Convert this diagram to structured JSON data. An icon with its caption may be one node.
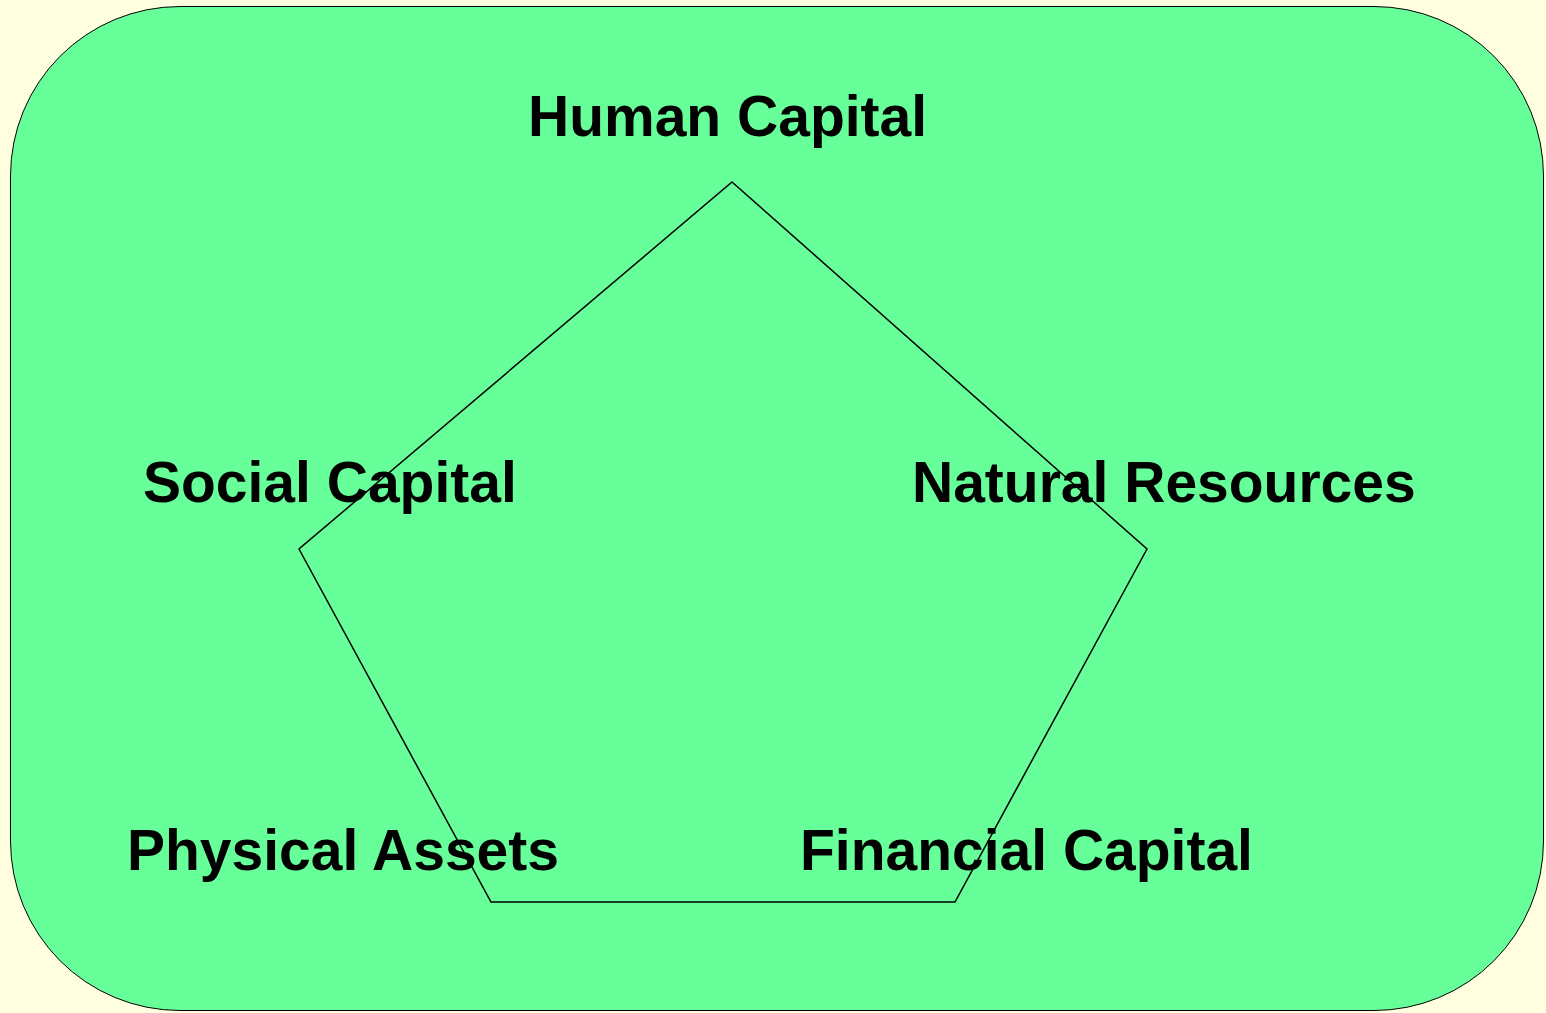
{
  "diagram": {
    "labels": [
      "Human Capital",
      "Social Capital",
      "Natural Resources",
      "Physical Assets",
      "Financial Capital"
    ]
  }
}
